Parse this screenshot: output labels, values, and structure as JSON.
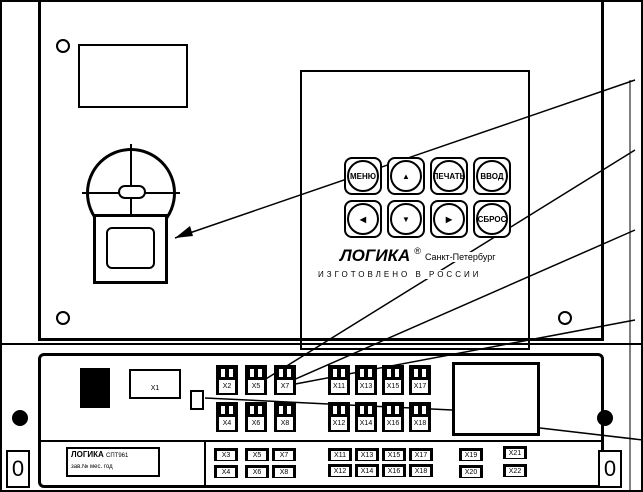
{
  "keypad": {
    "keys": [
      {
        "label": "МЕНЮ"
      },
      {
        "label": "▲"
      },
      {
        "label": "ПЕЧАТЬ"
      },
      {
        "label": "ВВОД"
      },
      {
        "label": "◀"
      },
      {
        "label": "▼"
      },
      {
        "label": "▶"
      },
      {
        "label": "СБРОС"
      }
    ]
  },
  "brand": {
    "logo": "ЛОГИКА",
    "reg": "®",
    "city": "Санкт-Петербург",
    "made_in": "ИЗГОТОВЛЕНО В РОССИИ"
  },
  "nameplate": {
    "title": "ЛОГИКА",
    "model": "СПТ961",
    "line2": "зав.№  мес.  год"
  },
  "connectors": {
    "top": [
      "X2",
      "X5",
      "X7",
      "X11",
      "X13",
      "X15",
      "X17"
    ],
    "bottom": [
      "X4",
      "X6",
      "X8",
      "X12",
      "X14",
      "X16",
      "X18"
    ],
    "x1": "X1"
  },
  "terminals": {
    "row1": [
      "X3",
      "X5",
      "X7",
      "X11",
      "X13",
      "X15",
      "X17",
      "X19",
      "X21"
    ],
    "row2": [
      "X4",
      "X6",
      "X8",
      "X12",
      "X14",
      "X16",
      "X18",
      "X20",
      "X22"
    ]
  },
  "side_markers": {
    "left": "0",
    "right": "0"
  }
}
